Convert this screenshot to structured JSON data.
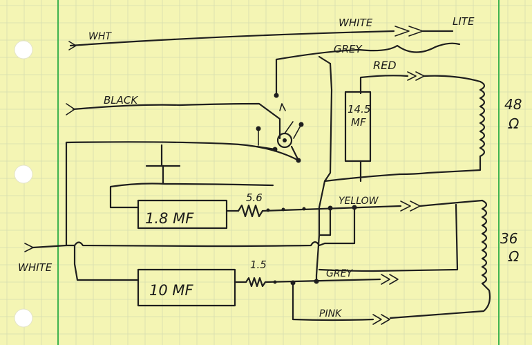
{
  "labels": {
    "wht": "WHT",
    "white_top": "WHITE",
    "lite": "LITE",
    "grey_top": "GREY",
    "red": "RED",
    "black": "BLACK",
    "cap_14_5": "14.5",
    "cap_14_5_unit": "MF",
    "ohm_48": "48",
    "ohm_48_unit": "Ω",
    "r_5_6": "5.6",
    "cap_1_8": "1.8 MF",
    "yellow": "YELLOW",
    "ohm_36": "36",
    "ohm_36_unit": "Ω",
    "white_left": "WHITE",
    "r_1_5": "1.5",
    "cap_10": "10 MF",
    "grey_bottom": "GREY",
    "pink": "PINK"
  },
  "colors": {
    "paper": "#f4f5b4",
    "grid": "#d6dcb0",
    "margin_line": "#3fb34f",
    "ink": "#1e1e1e",
    "punch_hole": "#ffffff"
  }
}
